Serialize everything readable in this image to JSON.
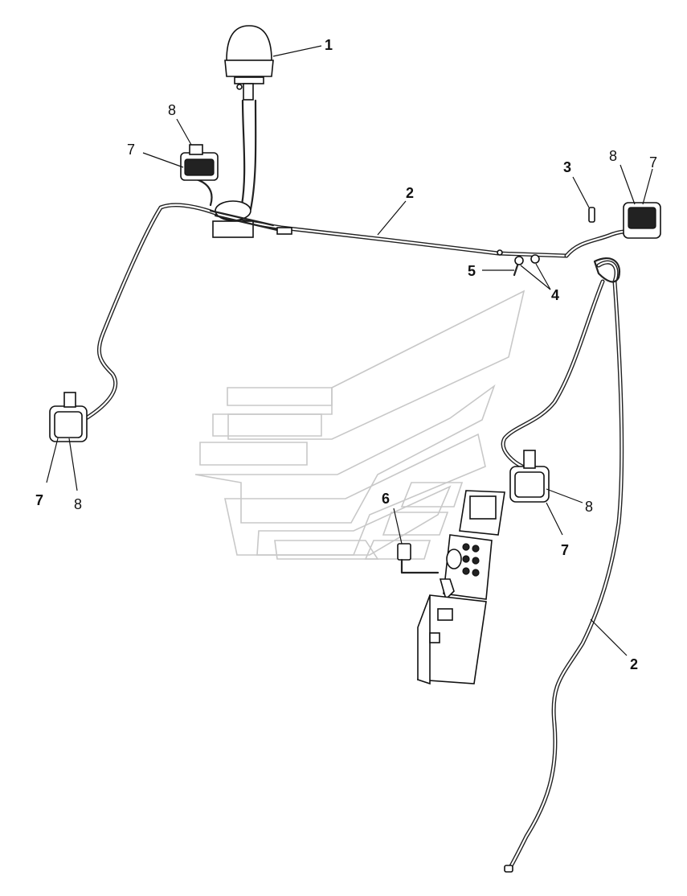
{
  "callouts": {
    "c1": "1",
    "c2a": "2",
    "c2b": "2",
    "c3": "3",
    "c4": "4",
    "c5": "5",
    "c6": "6",
    "c7a": "7",
    "c7b": "7",
    "c7c": "7",
    "c7d": "7",
    "c8a": "8",
    "c8b": "8",
    "c8c": "8",
    "c8d": "8"
  }
}
